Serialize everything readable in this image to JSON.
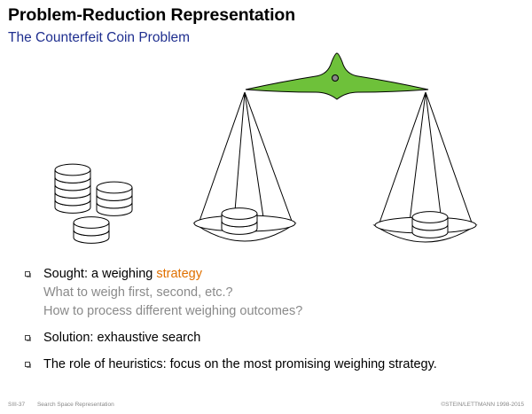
{
  "slide": {
    "title": "Problem-Reduction Representation",
    "subtitle": "The Counterfeit Coin Problem"
  },
  "figure": {
    "icons": [
      "coin-stack-icon",
      "balance-scale-icon"
    ],
    "colors": {
      "beam": "#6ec13a",
      "outline": "#000000",
      "pivot": "#888888"
    }
  },
  "bullets": [
    {
      "prefix": "Sought: a weighing ",
      "highlight": "strategy",
      "sublines": [
        "What to weigh first, second, etc.?",
        "How to process different weighing outcomes?"
      ]
    },
    {
      "text": "Solution: exhaustive search"
    },
    {
      "text": "The role of heuristics: focus on the most promising weighing strategy."
    }
  ],
  "colors": {
    "title": "#000000",
    "subtitle": "#1f2f8f",
    "highlight": "#e07000",
    "subtext": "#8a8a8a",
    "footer": "#888888"
  },
  "footer": {
    "page": "SIII-37",
    "section": "Search Space Representation",
    "copyright": "©STEIN/LETTMANN 1998-2015"
  }
}
